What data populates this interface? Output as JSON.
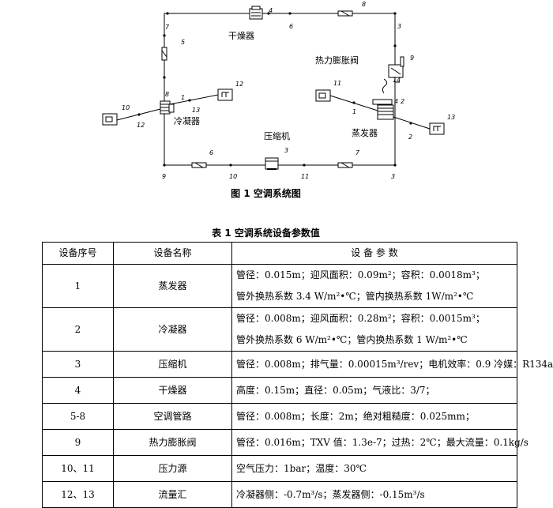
{
  "figure": {
    "labels": {
      "dryer": "干燥器",
      "txv": "热力膨胀阀",
      "condenser": "冷凝器",
      "compressor": "压缩机",
      "evaporator": "蒸发器"
    },
    "numbers": [
      "1",
      "2",
      "3",
      "4",
      "5",
      "6",
      "7",
      "8",
      "9",
      "10",
      "11",
      "12",
      "13",
      "14"
    ],
    "caption": "图 1  空调系统图"
  },
  "table": {
    "caption": "表 1 空调系统设备参数值",
    "headers": [
      "设备序号",
      "设备名称",
      "设 备 参 数"
    ],
    "rows": [
      {
        "id": "1",
        "name": "蒸发器",
        "params": [
          "管径：0.015m；迎风面积：0.09m²；容积：0.0018m³；",
          "管外换热系数 3.4 W/m²•℃；管内换热系数 1W/m²•℃"
        ]
      },
      {
        "id": "2",
        "name": "冷凝器",
        "params": [
          "管径：0.008m；迎风面积：0.28m²；容积：0.0015m³；",
          "管外换热系数 6 W/m²•℃；管内换热系数 1 W/m²•℃"
        ]
      },
      {
        "id": "3",
        "name": "压缩机",
        "params": [
          "管径：0.008m；排气量：0.00015m³/rev；电机效率：0.9 冷媒：R134a"
        ]
      },
      {
        "id": "4",
        "name": "干燥器",
        "params": [
          "高度：0.15m；直径：0.05m；气液比：3/7；"
        ]
      },
      {
        "id": "5-8",
        "name": "空调管路",
        "params": [
          "管径：0.008m；长度：2m；绝对粗糙度：0.025mm；"
        ]
      },
      {
        "id": "9",
        "name": "热力膨胀阀",
        "params": [
          "管径：0.016m；TXV 值：1.3e-7；过热：2℃；最大流量：0.1kg/s"
        ]
      },
      {
        "id": "10、11",
        "name": "压力源",
        "params": [
          "空气压力：1bar；温度：30℃"
        ]
      },
      {
        "id": "12、13",
        "name": "流量汇",
        "params": [
          "冷凝器侧：-0.7m³/s；蒸发器侧：-0.15m³/s"
        ]
      }
    ]
  }
}
